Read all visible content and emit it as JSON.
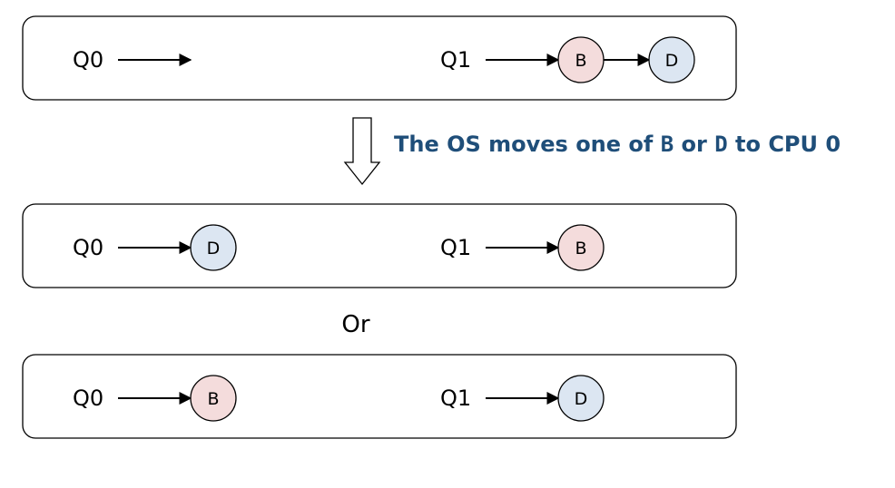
{
  "colors": {
    "node_b_fill": "#f4dcdc",
    "node_d_fill": "#dce6f2",
    "caption_color": "#1f4e79",
    "stroke": "#000000"
  },
  "panels": [
    {
      "queues": [
        {
          "label": "Q0",
          "items": []
        },
        {
          "label": "Q1",
          "items": [
            "B",
            "D"
          ]
        }
      ]
    },
    {
      "queues": [
        {
          "label": "Q0",
          "items": [
            "D"
          ]
        },
        {
          "label": "Q1",
          "items": [
            "B"
          ]
        }
      ]
    },
    {
      "queues": [
        {
          "label": "Q0",
          "items": [
            "B"
          ]
        },
        {
          "label": "Q1",
          "items": [
            "D"
          ]
        }
      ]
    }
  ],
  "caption": {
    "part1": "The OS moves one of ",
    "job1": "B",
    "part2": " or ",
    "job2": "D",
    "part3": " to CPU 0"
  },
  "separator_label": "Or"
}
